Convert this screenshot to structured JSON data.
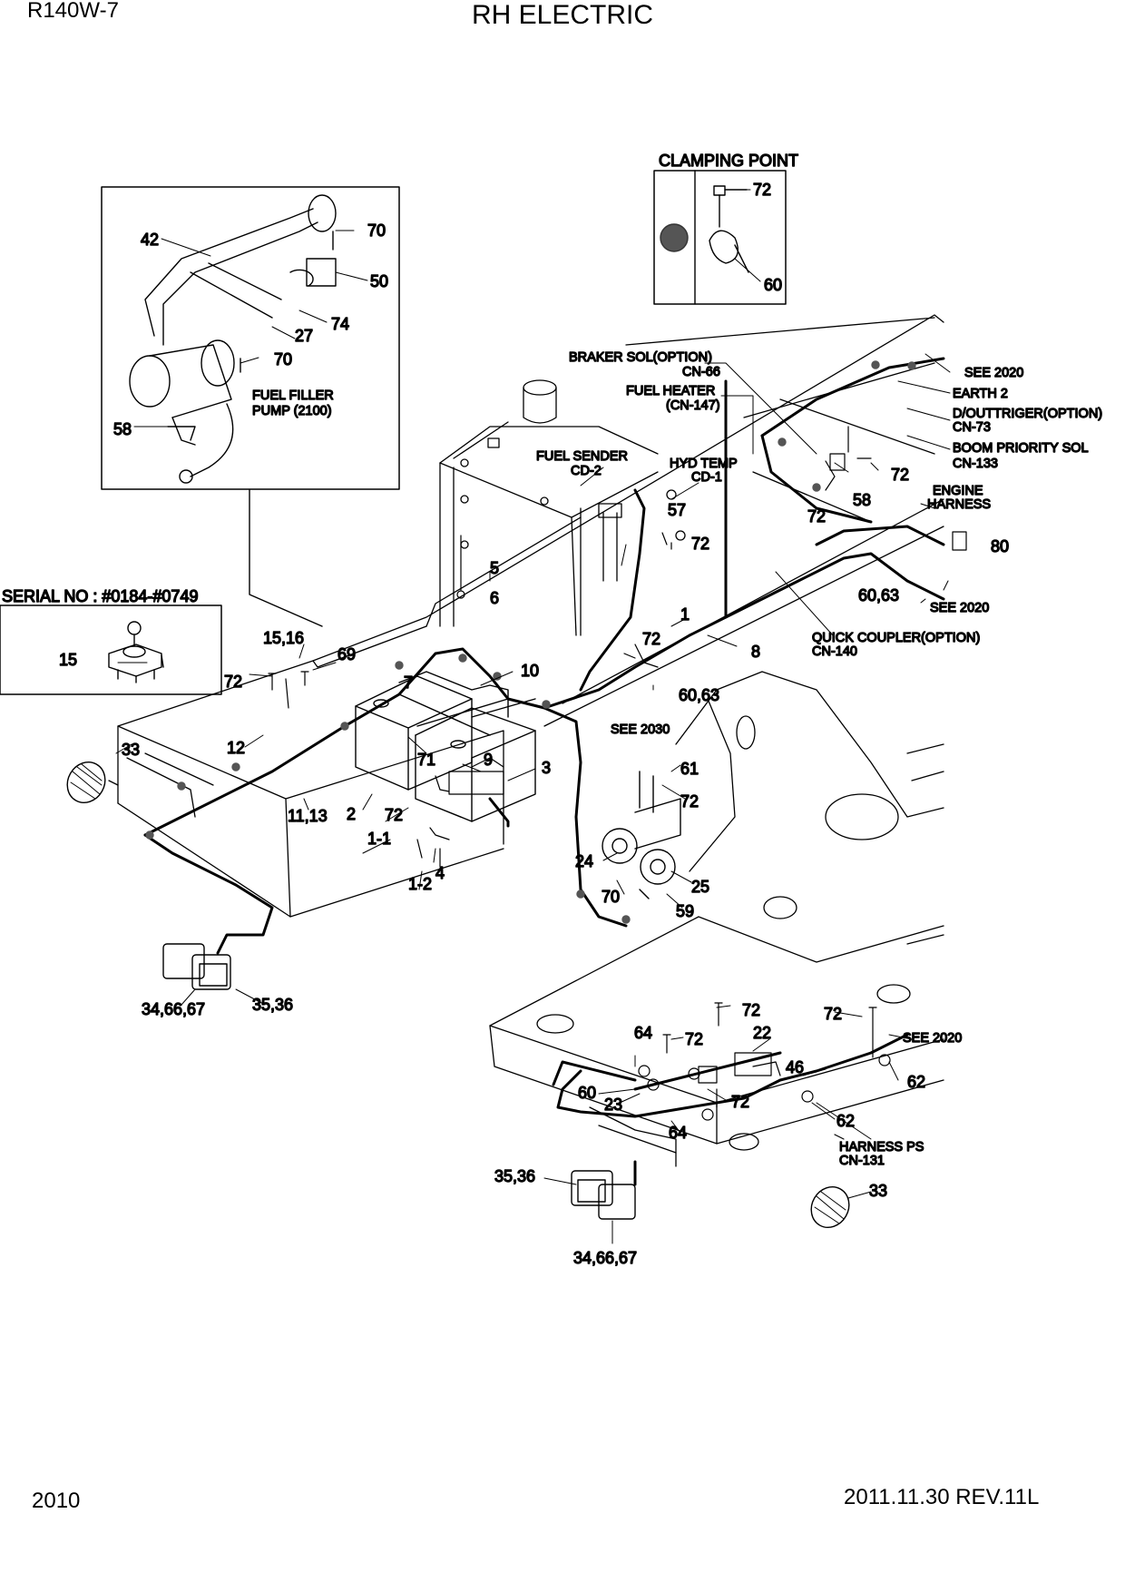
{
  "header": {
    "model": "R140W-7",
    "title": "RH ELECTRIC"
  },
  "footer": {
    "page": "2010",
    "revision": "2011.11.30  REV.11L"
  },
  "clamping_point": {
    "title": "CLAMPING POINT",
    "part_bolt": "72",
    "part_clamp": "60"
  },
  "serial_box": {
    "title": "SERIAL NO : #0184-#0749",
    "part": "15"
  },
  "inset": {
    "parts": [
      "42",
      "70",
      "50",
      "74",
      "27",
      "70",
      "58"
    ],
    "note_line1": "FUEL FILLER",
    "note_line2": "PUMP (2100)"
  },
  "callouts": [
    "BRAKER SOL(OPTION)",
    "CN-66",
    "FUEL HEATER",
    "(CN-147)",
    "SEE 2020",
    "EARTH 2",
    "D/OUTTRIGER(OPTION)",
    "CN-73",
    "BOOM PRIORITY SOL",
    "CN-133",
    "ENGINE",
    "HARNESS",
    "FUEL SENDER",
    "CD-2",
    "HYD TEMP",
    "CD-1",
    "SEE 2020",
    "QUICK COUPLER(OPTION)",
    "CN-140",
    "SEE 2030",
    "SEE 2020",
    "HARNESS PS",
    "CN-131"
  ],
  "part_numbers": [
    "72",
    "58",
    "72",
    "80",
    "60,63",
    "57",
    "72",
    "5",
    "6",
    "1",
    "8",
    "72",
    "60,63",
    "69",
    "10",
    "15,16",
    "72",
    "12",
    "7",
    "71",
    "9",
    "3",
    "33",
    "11,13",
    "2",
    "72",
    "1-1",
    "4",
    "1-2",
    "61",
    "72",
    "24",
    "70",
    "25",
    "59",
    "34,66,67",
    "35,36",
    "72",
    "72",
    "72",
    "22",
    "64",
    "46",
    "60",
    "23",
    "72",
    "62",
    "64",
    "62",
    "35,36",
    "33",
    "34,66,67"
  ]
}
